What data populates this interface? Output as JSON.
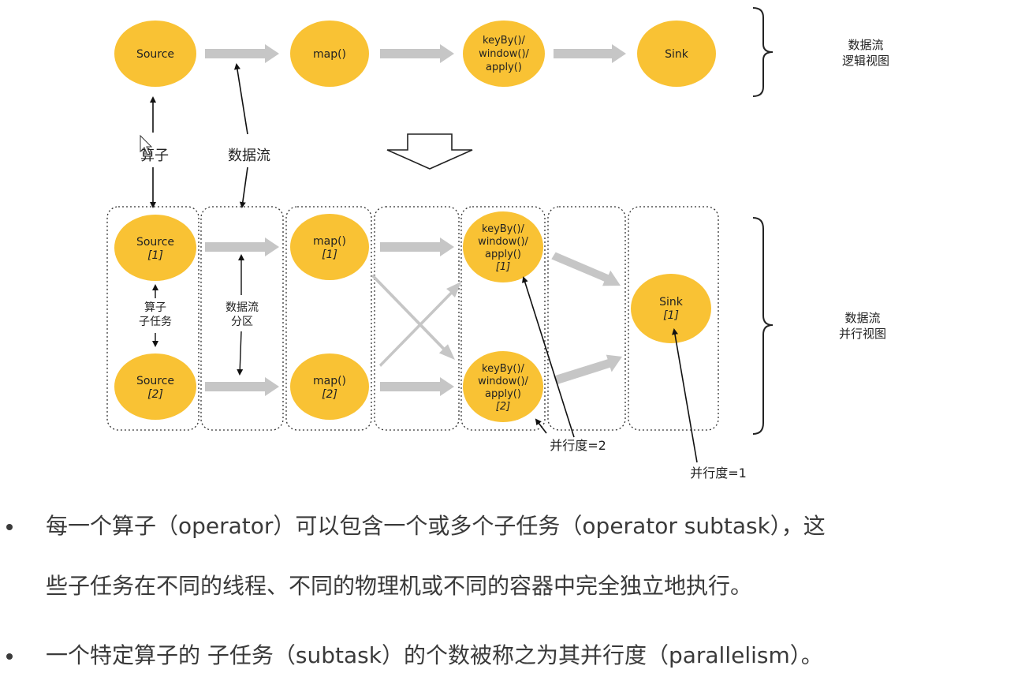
{
  "logical_view": {
    "nodes": [
      {
        "id": "source",
        "lines": [
          "Source"
        ]
      },
      {
        "id": "map",
        "lines": [
          "map()"
        ]
      },
      {
        "id": "keyby",
        "lines": [
          "keyBy()/",
          "window()/",
          "apply()"
        ]
      },
      {
        "id": "sink",
        "lines": [
          "Sink"
        ]
      }
    ],
    "label": [
      "数据流",
      "逻辑视图"
    ]
  },
  "parallel_view": {
    "nodes": [
      {
        "id": "source-1",
        "lines": [
          "Source"
        ],
        "sub": "[1]"
      },
      {
        "id": "source-2",
        "lines": [
          "Source"
        ],
        "sub": "[2]"
      },
      {
        "id": "map-1",
        "lines": [
          "map()"
        ],
        "sub": "[1]"
      },
      {
        "id": "map-2",
        "lines": [
          "map()"
        ],
        "sub": "[2]"
      },
      {
        "id": "keyby-1",
        "lines": [
          "keyBy()/",
          "window()/",
          "apply()"
        ],
        "sub": "[1]"
      },
      {
        "id": "keyby-2",
        "lines": [
          "keyBy()/",
          "window()/",
          "apply()"
        ],
        "sub": "[2]"
      },
      {
        "id": "sink-1",
        "lines": [
          "Sink"
        ],
        "sub": "[1]"
      }
    ],
    "label": [
      "数据流",
      "并行视图"
    ]
  },
  "annotations": {
    "operator": "算子",
    "dataflow": "数据流",
    "operator_subtask": [
      "算子",
      "子任务"
    ],
    "dataflow_partition": [
      "数据流",
      "分区"
    ],
    "parallelism_2": "并行度=2",
    "parallelism_1": "并行度=1"
  },
  "bullets": [
    {
      "line1": "每一个算子（operator）可以包含一个或多个子任务（operator subtask），这",
      "line2": "些子任务在不同的线程、不同的物理机或不同的容器中完全独立地执行。"
    },
    {
      "line1": "一个特定算子的 子任务（subtask）的个数被称之为其并行度（parallelism）。"
    }
  ],
  "colors": {
    "node_fill": "#f9c234",
    "arrow_gray": "#c6c6c6",
    "text": "#222222"
  }
}
